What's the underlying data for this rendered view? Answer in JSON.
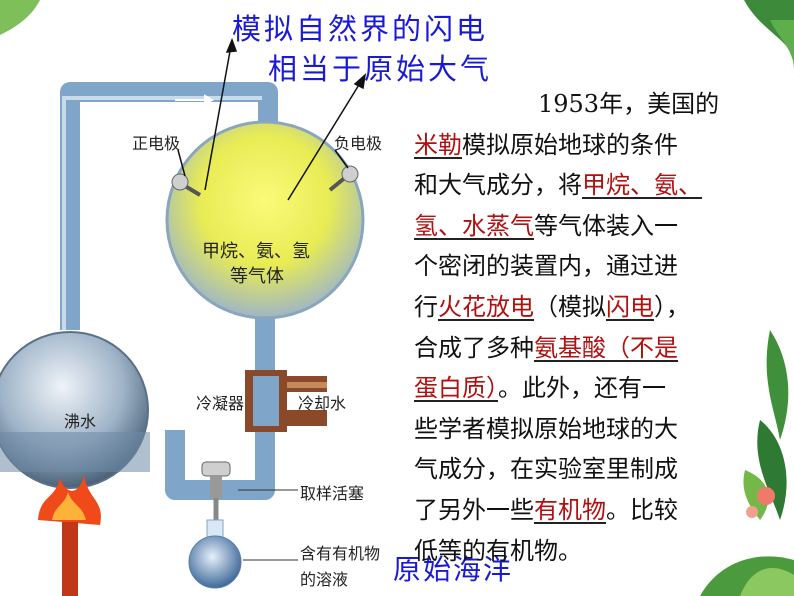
{
  "title": {
    "line1": "模拟自然界的闪电",
    "line2": "相当于原始大气"
  },
  "diagram_labels": {
    "positive_electrode": "正电极",
    "negative_electrode": "负电极",
    "gas_mixture_line1": "甲烷、氨、氢",
    "gas_mixture_line2": "等气体",
    "condenser": "冷凝器",
    "cooling_water": "冷却水",
    "boiling_water": "沸水",
    "sampling_valve": "取样活塞",
    "solution_line1": "含有有机物",
    "solution_line2": "的溶液"
  },
  "ocean_label": "原始海洋",
  "body": {
    "l1": "1953年，美国的",
    "l2_hl": "米勒",
    "l2": "模拟原始地球的条件",
    "l3a": "和大气成分，将",
    "l3_hl": "甲烷、氨、",
    "l4_hl": "氢、水蒸气",
    "l4": "等气体装入一",
    "l5": "个密闭的装置内，通过进",
    "l6a": "行",
    "l6_hl": "火花放电",
    "l6b": "（模拟",
    "l6_hl2": "闪电",
    "l6c": "），",
    "l7a": "合成了多种",
    "l7_hl": "氨基酸（不是",
    "l8_hl": "蛋白质）",
    "l8": "。此外，还有一",
    "l9": "些学者模拟原始地球的大",
    "l10": "气成分，在实验室里制成",
    "l11a": "了另外一些",
    "l11_hl": "有机物",
    "l11b": "。比较",
    "l12": "低等的有机物。"
  },
  "colors": {
    "title": "#1a1ad6",
    "highlight": "#b01010",
    "tube": "#7fa6c9",
    "gas": "#f2ee3a"
  }
}
